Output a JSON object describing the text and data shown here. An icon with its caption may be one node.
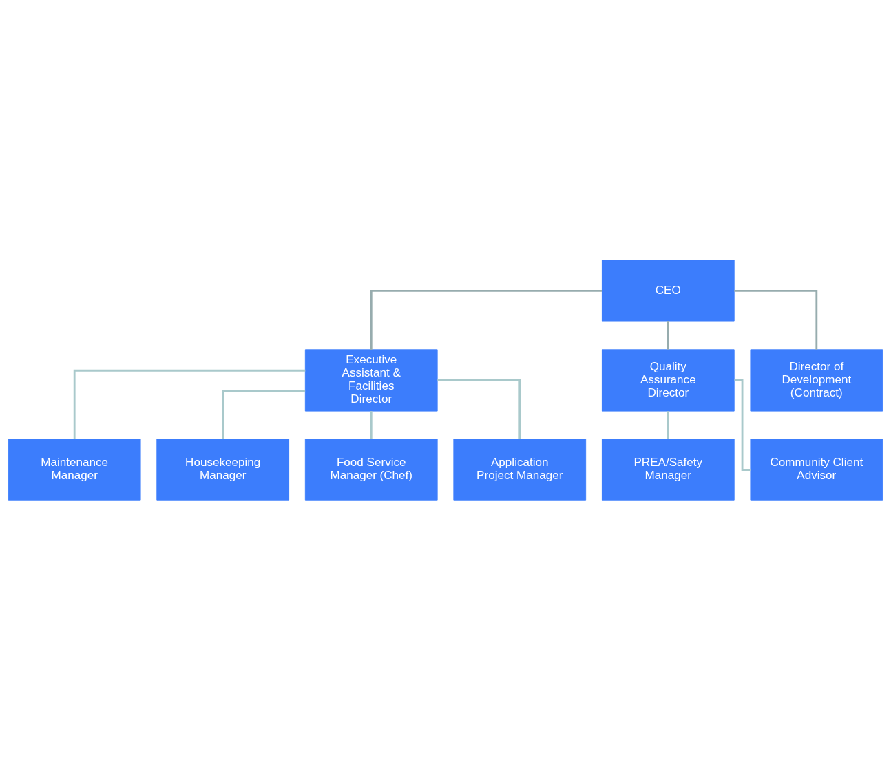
{
  "diagram": {
    "nodes": [
      {
        "text": [
          "CEO"
        ]
      },
      {
        "text": [
          "Executive Assistant & Facilities Director"
        ]
      },
      {
        "text": [
          "Quality Assurance Director"
        ]
      },
      {
        "text": [
          "Director of Development (Contract)"
        ]
      },
      {
        "text": [
          "Maintenance Manager"
        ]
      },
      {
        "text": [
          "Housekeeping Manager"
        ]
      },
      {
        "text": [
          "Food Service Manager (Chef)"
        ]
      },
      {
        "text": [
          "Application Project Manager"
        ]
      },
      {
        "text": [
          "PREA/Safety Manager"
        ]
      },
      {
        "text": [
          "Community Client Advisor"
        ]
      }
    ],
    "edges": [
      {
        "from": 0,
        "to": 1,
        "arrow": "none",
        "color": "#97acae"
      },
      {
        "from": 0,
        "to": 2,
        "arrow": "none",
        "color": "#97acae"
      },
      {
        "from": 0,
        "to": 3,
        "arrow": "none",
        "color": "#97acae"
      },
      {
        "from": 1,
        "to": 4,
        "arrow": "none"
      },
      {
        "from": 1,
        "to": 5,
        "arrow": "none"
      },
      {
        "from": 1,
        "to": 6,
        "arrow": "none"
      },
      {
        "from": 1,
        "to": 7,
        "arrow": "none"
      },
      {
        "from": 2,
        "to": 8,
        "arrow": "none"
      },
      {
        "from": 2,
        "to": 9,
        "arrow": "none"
      }
    ]
  }
}
